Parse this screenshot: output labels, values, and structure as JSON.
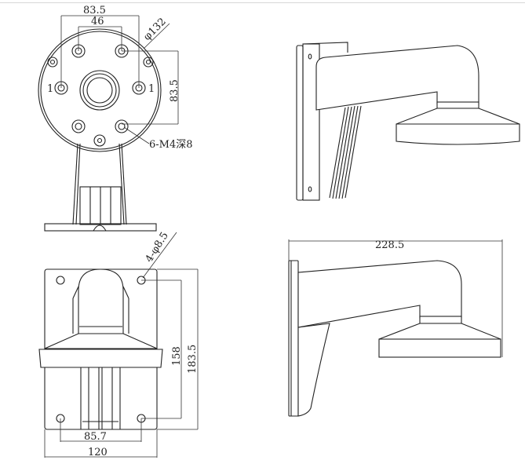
{
  "front_view": {
    "dim_outer_holes": "83.5",
    "dim_inner_holes": "46",
    "dim_diameter": "φ132",
    "dim_vertical": "83.5",
    "hole_marker_left": "1",
    "hole_marker_right": "1",
    "thread_note": "6-M4深8"
  },
  "back_view": {
    "hole_note": "4-φ8.5",
    "dim_hole_spacing_v": "158",
    "dim_height": "183.5",
    "dim_hole_spacing_h": "85.7",
    "dim_width": "120"
  },
  "side_view": {
    "dim_length": "228.5"
  }
}
